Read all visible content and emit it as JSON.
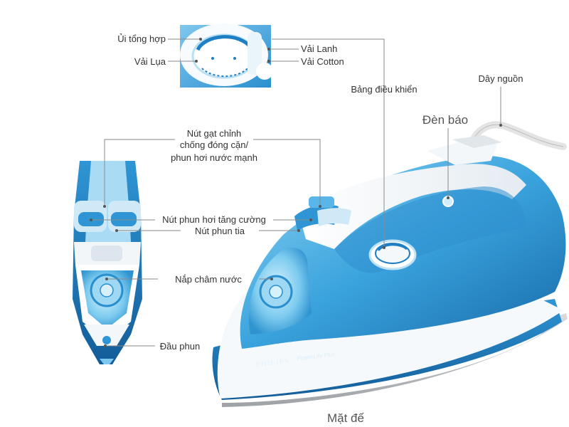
{
  "product": {
    "brand": "PHILIPS",
    "model": "PowerLife Plus"
  },
  "labels": {
    "ui_tong_hop": "Ủi tổng hợp",
    "vai_lua": "Vải Lụa",
    "vai_lanh": "Vải Lanh",
    "vai_cotton": "Vải Cotton",
    "bang_dieu_khien": "Bảng điều khiển",
    "day_nguon": "Dây nguồn",
    "den_bao": "Đèn báo",
    "nut_gat_line1": "Nút gạt chỉnh",
    "nut_gat_line2": "chống đóng cặn/",
    "nut_gat_line3": "phun hơi nước mạnh",
    "nut_phun_hoi": "Nút phun hơi tăng cường",
    "nut_phun_tia": "Nút phun tia",
    "nap_cham_nuoc": "Nắp châm nước",
    "dau_phun": "Đầu phun",
    "mat_de": "Mặt đế"
  },
  "colors": {
    "body_blue": "#1f7fc4",
    "light_blue": "#6cc3ee",
    "white_shell": "#f4f7fa",
    "soleplate": "#b9bcc0",
    "leader_line": "#8a8a8a"
  },
  "icons": {
    "steam_boost": "steam-cloud-icon",
    "spray": "spray-drops-icon",
    "indicator": "indicator-light-icon"
  }
}
